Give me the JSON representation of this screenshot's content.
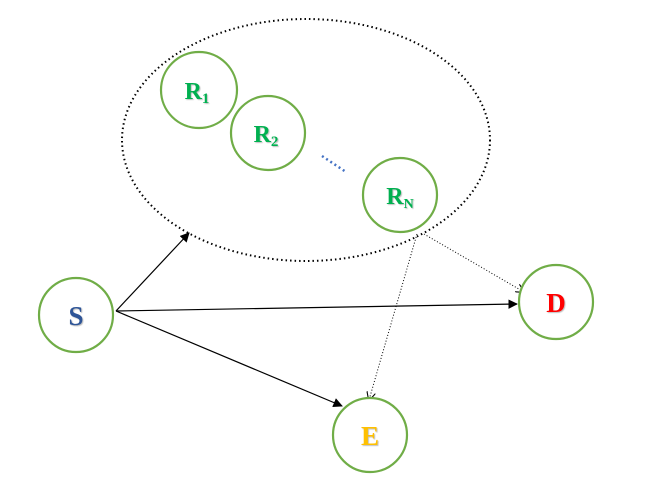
{
  "nodes": {
    "r1": {
      "main": "R",
      "sub": "1"
    },
    "r2": {
      "main": "R",
      "sub": "2"
    },
    "rn": {
      "main": "R",
      "sub": "N"
    },
    "s": {
      "label": "S"
    },
    "d": {
      "label": "D"
    },
    "e": {
      "label": "E"
    }
  },
  "colors": {
    "node_border": "#70ad47",
    "relay_text": "#00b050",
    "source_text": "#2f5597",
    "destination_text": "#ff0000",
    "eavesdropper_text": "#ffc000",
    "ellipsis_dots": "#4472c4",
    "arrows": "#000000"
  },
  "edges": [
    {
      "from": "s",
      "to": "relay-cluster",
      "style": "solid"
    },
    {
      "from": "s",
      "to": "d",
      "style": "solid"
    },
    {
      "from": "s",
      "to": "e",
      "style": "solid"
    },
    {
      "from": "rn",
      "to": "d",
      "style": "dotted"
    },
    {
      "from": "rn",
      "to": "e",
      "style": "dotted"
    }
  ]
}
